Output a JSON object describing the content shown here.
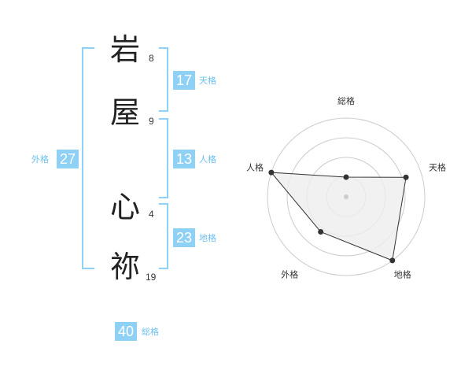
{
  "name": {
    "chars": [
      "岩",
      "屋",
      "心",
      "祢"
    ],
    "strokes": [
      "8",
      "9",
      "4",
      "19"
    ]
  },
  "kaku": {
    "tenkaku": {
      "value": "17",
      "label": "天格"
    },
    "jinkaku": {
      "value": "13",
      "label": "人格"
    },
    "chikaku": {
      "value": "23",
      "label": "地格"
    },
    "gaikaku": {
      "value": "27",
      "label": "外格"
    },
    "soukaku": {
      "value": "40",
      "label": "総格"
    }
  },
  "colors": {
    "accent": "#8fd0f5",
    "label": "#6cc0ee",
    "grid": "#cccccc",
    "fill": "#eeeeee",
    "line": "#333333"
  },
  "chart_data": {
    "type": "radar",
    "axes": [
      "総格",
      "天格",
      "地格",
      "外格",
      "人格"
    ],
    "values": [
      0.25,
      0.8,
      1.0,
      0.55,
      1.0
    ],
    "max": 1,
    "rings": 4
  }
}
